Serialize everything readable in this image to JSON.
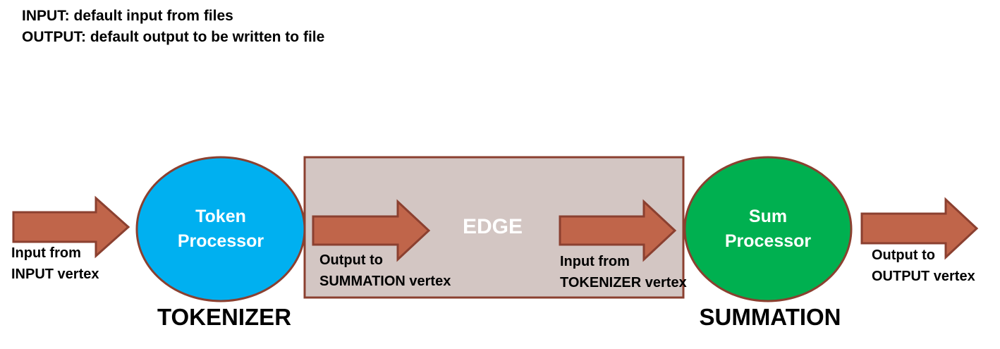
{
  "legend": {
    "input": "INPUT: default input from files",
    "output": "OUTPUT: default output to be written to file"
  },
  "colors": {
    "arrow_fill": "#c0654a",
    "arrow_stroke": "#8b4030",
    "token_processor": "#00b0f0",
    "sum_processor": "#00b050",
    "edge_box_fill": "#d3c6c3",
    "edge_box_stroke": "#8b4030",
    "node_stroke": "#8b4030"
  },
  "tokenizer": {
    "processor_line1": "Token",
    "processor_line2": "Processor",
    "name": "TOKENIZER",
    "input_label_line1": "Input from",
    "input_label_line2": "INPUT vertex",
    "output_label_line1": "Output to",
    "output_label_line2": "SUMMATION vertex"
  },
  "edge": {
    "title": "EDGE"
  },
  "summation": {
    "processor_line1": "Sum",
    "processor_line2": "Processor",
    "name": "SUMMATION",
    "input_label_line1": "Input from",
    "input_label_line2": "TOKENIZER vertex",
    "output_label_line1": "Output to",
    "output_label_line2": "OUTPUT vertex"
  }
}
